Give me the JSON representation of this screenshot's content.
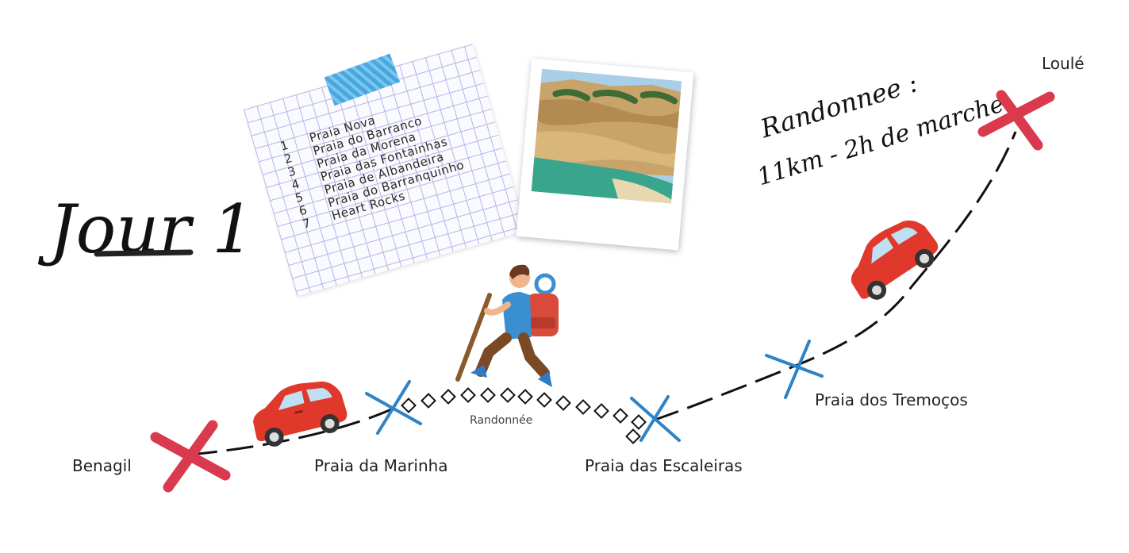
{
  "title": "Jour 1",
  "hike_note": {
    "line1": "Randonnee :",
    "line2": "11km - 2h de marche"
  },
  "beach_list": {
    "items": [
      {
        "num": "1",
        "name": "Praia Nova"
      },
      {
        "num": "2",
        "name": "Praia do Barranco"
      },
      {
        "num": "3",
        "name": "Praia da Morena"
      },
      {
        "num": "4",
        "name": "Praia das Fontainhas"
      },
      {
        "num": "5",
        "name": "Praia de Albandeira"
      },
      {
        "num": "6",
        "name": "Praia do Barranquinho"
      },
      {
        "num": "7",
        "name": "Heart Rocks"
      }
    ]
  },
  "stops": {
    "start": "Benagil",
    "stop1": "Praia da Marinha",
    "stop2": "Praia das Escaleiras",
    "stop3": "Praia dos Tremoços",
    "end": "Loulé"
  },
  "segment_label": "Randonnée",
  "icons": {
    "start_marker": "red-x-marker-icon",
    "end_marker": "red-x-marker-icon",
    "stop_marker": "blue-x-marker-icon",
    "car": "red-car-icon",
    "hiker": "hiker-icon",
    "photo": "beach-cliff-photo"
  },
  "colors": {
    "red_marker": "#d93a4e",
    "blue_marker": "#2c83c8",
    "car": "#e0392c",
    "tape": "#3aa0dc",
    "grid": "#b9b2e6"
  }
}
